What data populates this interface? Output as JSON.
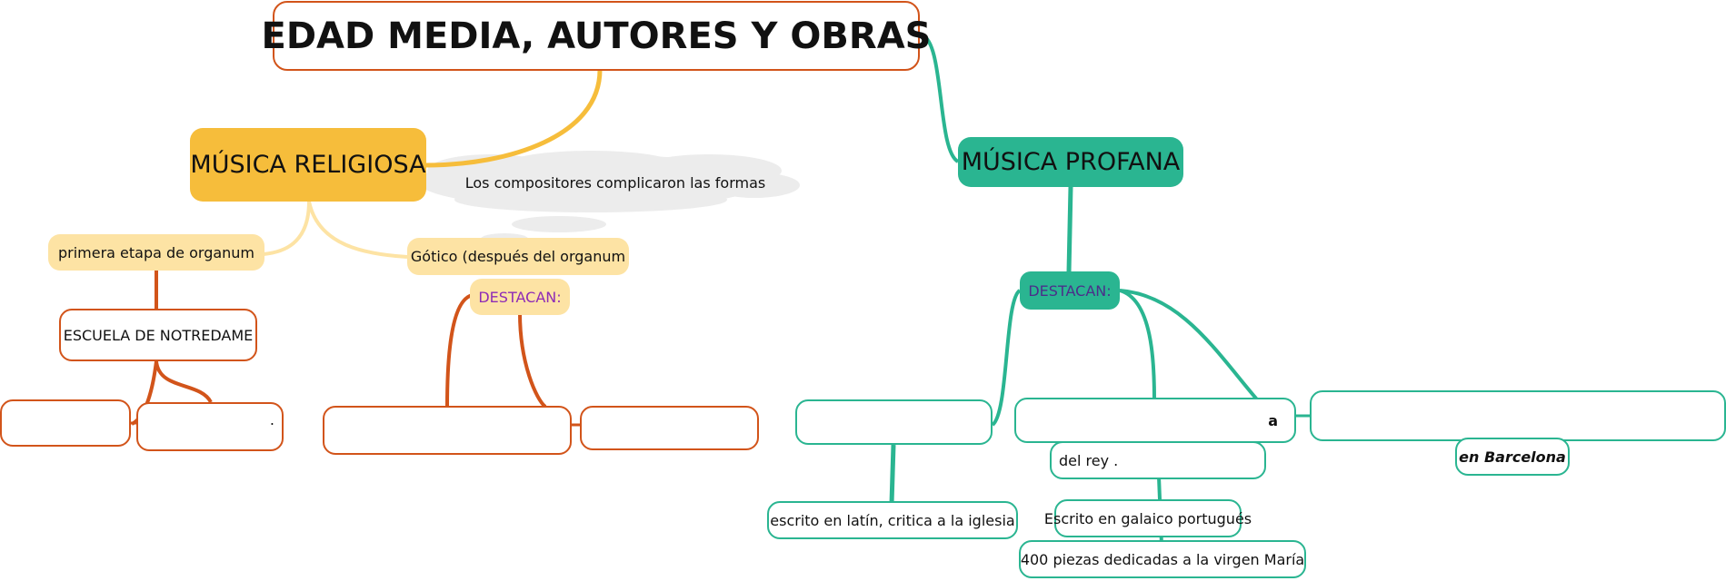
{
  "title": "EDAD MEDIA, AUTORES Y OBRAS",
  "branches": {
    "religiosa": {
      "label": "MÚSICA RELIGIOSA",
      "color": "#f6bd3b",
      "cloud_note": "Los compositores complicaron las formas",
      "organum": "primera etapa de organum",
      "gotico": "Gótico (después del organum",
      "destacan": "DESTACAN:",
      "escuela": "ESCUELA DE NOTREDAME",
      "mark": "."
    },
    "profana": {
      "label": "MÚSICA PROFANA",
      "color": "#2ab591",
      "destacan": "DESTACAN:",
      "mark": "a",
      "note_latin": "escrito en latín, critica a la iglesia",
      "note_rey": "del rey .",
      "note_galaico": "Escrito en galaico portugués",
      "note_piezas": "400 piezas dedicadas a la virgen María",
      "note_barcelona": "en Barcelona"
    }
  },
  "colors": {
    "orange": "#d2541a",
    "light_yellow": "#fde3a4",
    "green": "#2ab591",
    "purple": "#8e2cb6"
  }
}
